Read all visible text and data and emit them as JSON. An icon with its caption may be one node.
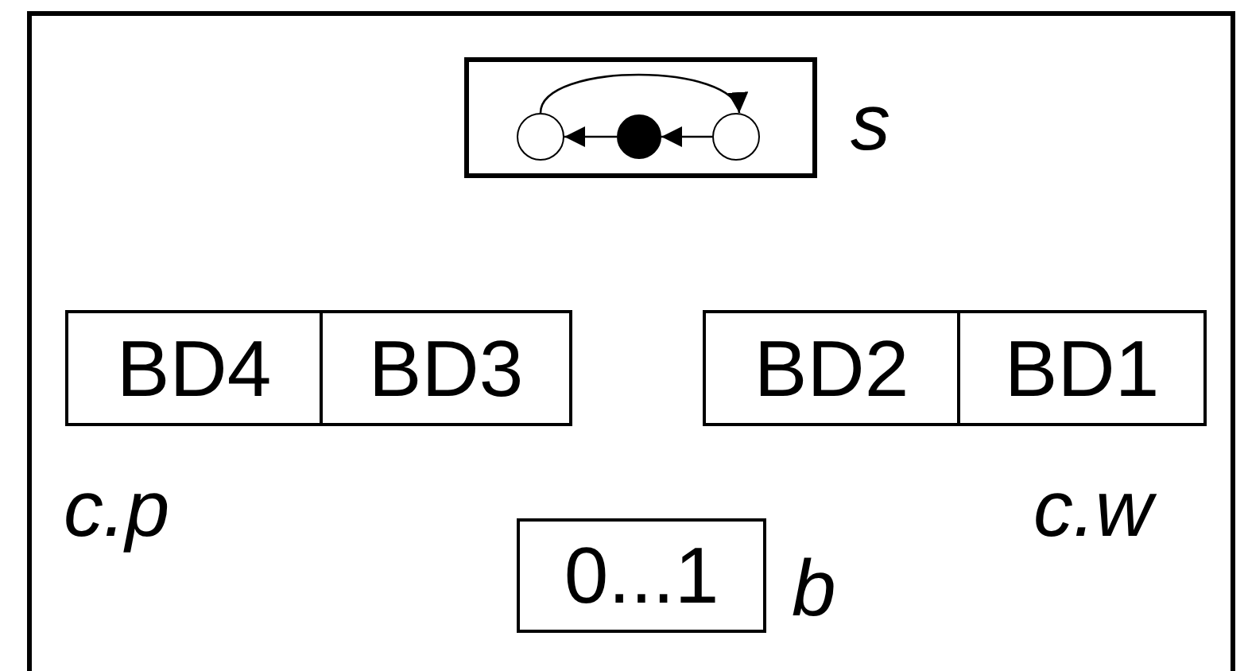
{
  "diagram": {
    "nodes": [
      {
        "text": [],
        "shape": "box",
        "beside": [
          "s"
        ]
      },
      {
        "text": [],
        "shape": "circle",
        "in": 0
      },
      {
        "text": [],
        "shape": "circle",
        "in": 0
      },
      {
        "text": [],
        "shape": "circle",
        "in": 0
      },
      {
        "text": [
          "BD4"
        ]
      },
      {
        "text": [
          "BD3"
        ]
      },
      {
        "text": [
          "BD2"
        ]
      },
      {
        "text": [
          "BD1"
        ]
      },
      {
        "text": [
          "0...1"
        ],
        "beside": [
          "b"
        ]
      }
    ],
    "edges": [
      {
        "from": 3,
        "to": 2,
        "arrow": "to"
      },
      {
        "from": 2,
        "to": 1,
        "arrow": "to"
      },
      {
        "from": 1,
        "to": 3,
        "arrow": "to"
      }
    ],
    "labels": [
      "c.p",
      "c.w"
    ]
  }
}
